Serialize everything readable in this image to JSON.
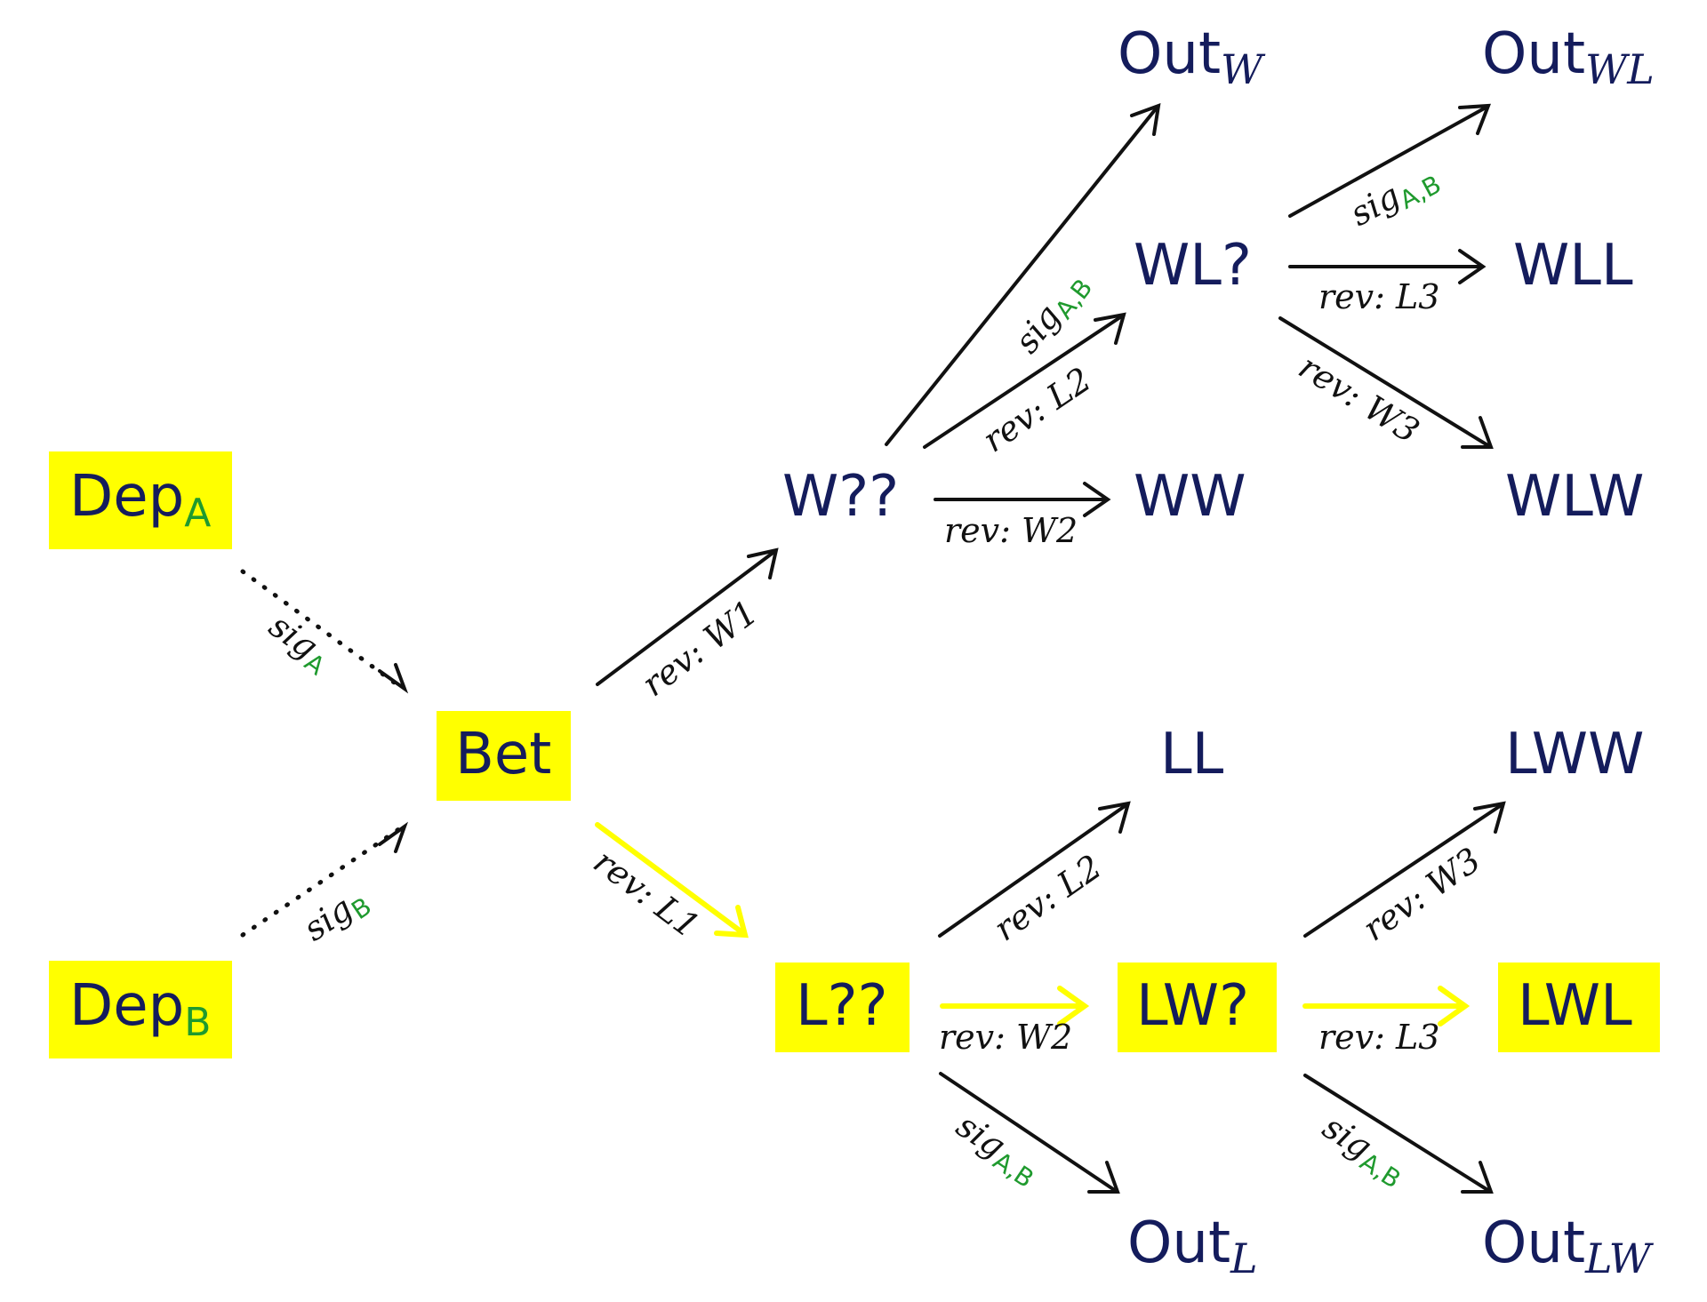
{
  "colors": {
    "highlight": "#ffff00",
    "node_text": "#141c5c",
    "subscript_green": "#1f9a2e",
    "edge_black": "#111111",
    "edge_yellow": "#ffff00"
  },
  "nodes": {
    "depA": {
      "base": "Dep",
      "sub": "A",
      "sub_style": "upright-green"
    },
    "depB": {
      "base": "Dep",
      "sub": "B",
      "sub_style": "upright-green"
    },
    "bet": {
      "base": "Bet"
    },
    "w": {
      "base": "W??"
    },
    "l": {
      "base": "L??"
    },
    "outW": {
      "base": "Out",
      "sub": "W",
      "sub_style": "italic"
    },
    "wl": {
      "base": "WL?"
    },
    "ww": {
      "base": "WW"
    },
    "outWL": {
      "base": "Out",
      "sub": "WL",
      "sub_style": "italic"
    },
    "wll": {
      "base": "WLL"
    },
    "wlw": {
      "base": "WLW"
    },
    "ll": {
      "base": "LL"
    },
    "lw": {
      "base": "LW?"
    },
    "outL": {
      "base": "Out",
      "sub": "L",
      "sub_style": "italic"
    },
    "lww": {
      "base": "LWW"
    },
    "lwl": {
      "base": "LWL"
    },
    "outLW": {
      "base": "Out",
      "sub": "LW",
      "sub_style": "italic"
    }
  },
  "edges": {
    "depA_bet": {
      "label": "sig",
      "label_sub": "A",
      "style": "dotted"
    },
    "depB_bet": {
      "label": "sig",
      "label_sub": "B",
      "style": "dotted"
    },
    "bet_w": {
      "label": "rev: W1",
      "style": "solid"
    },
    "bet_l": {
      "label": "rev: L1",
      "style": "yellow"
    },
    "w_outW": {
      "label": "sig",
      "label_sub": "A,B",
      "style": "solid"
    },
    "w_wl": {
      "label": "rev: L2",
      "style": "solid"
    },
    "w_ww": {
      "label": "rev: W2",
      "style": "solid"
    },
    "wl_outWL": {
      "label": "sig",
      "label_sub": "A,B",
      "style": "solid"
    },
    "wl_wll": {
      "label": "rev: L3",
      "style": "solid"
    },
    "wl_wlw": {
      "label": "rev: W3",
      "style": "solid"
    },
    "l_ll": {
      "label": "rev: L2",
      "style": "solid"
    },
    "l_lw": {
      "label": "rev: W2",
      "style": "yellow"
    },
    "l_outL": {
      "label": "sig",
      "label_sub": "A,B",
      "style": "solid"
    },
    "lw_lww": {
      "label": "rev: W3",
      "style": "solid"
    },
    "lw_lwl": {
      "label": "rev: L3",
      "style": "yellow"
    },
    "lw_outLW": {
      "label": "sig",
      "label_sub": "A,B",
      "style": "solid"
    }
  }
}
